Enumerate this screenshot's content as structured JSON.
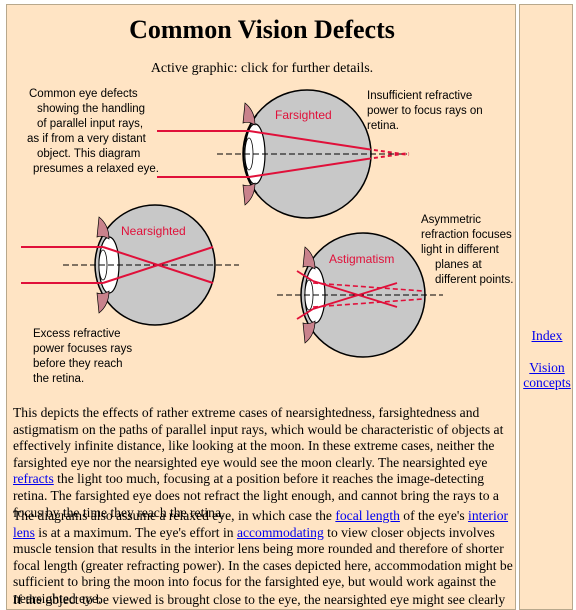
{
  "page": {
    "title": "Common Vision Defects",
    "subtitle": "Active graphic: click for further details."
  },
  "diagram": {
    "intro_lines": [
      "Common eye defects",
      "showing the handling",
      "of parallel input rays,",
      "as if from a very distant",
      "object. This diagram",
      "presumes a relaxed eye."
    ],
    "farsighted": {
      "label": "Farsighted",
      "note_lines": [
        "Insufficient refractive",
        "power to focus rays on",
        "retina."
      ]
    },
    "nearsighted": {
      "label": "Nearsighted",
      "note_lines": [
        "Excess refractive",
        "power focuses rays",
        "before they reach",
        "the retina."
      ]
    },
    "astigmatism": {
      "label": "Astigmatism",
      "note_lines": [
        "Asymmetric",
        "refraction focuses",
        "light in different",
        "planes at",
        "different points."
      ]
    },
    "colors": {
      "ray": "#e0103a",
      "eye_fill": "#c8c8c8",
      "lens": "#ffffff",
      "muscle": "#c9828c",
      "background": "#ffe4c4"
    }
  },
  "sidebar": {
    "index": "Index",
    "vision_concepts_line1": "Vision",
    "vision_concepts_line2": "concepts"
  },
  "body": {
    "p1": "This depicts the effects of rather extreme cases of nearsightedness, farsightedness and astigmatism on the paths of parallel input rays, which would be characteristic of objects at effectively infinite distance, like looking at the moon. In these extreme cases, neither the farsighted eye nor the nearsighted eye would see the moon clearly. The nearsighted eye ",
    "p1_link": "refracts",
    "p1_end": " the light too much, focusing at a position before it reaches the image-detecting retina. The farsighted eye does not refract the light enough, and cannot bring the rays to a focus by the time they reach the retina.",
    "p2_a": "The diagrams also assume a relaxed eye, in which case the ",
    "p2_link1": "focal length",
    "p2_b": " of the eye's ",
    "p2_link2": "interior lens",
    "p2_c": " is at a maximum. The eye's effort in ",
    "p2_link3": "accommodating",
    "p2_d": " to view closer objects involves muscle tension that results in the interior lens being more rounded and therefore of shorter focal length (greater refracting power). In the cases depicted here, accommodation might be sufficient to bring the moon into focus for the farsighted eye, but would work against the nearsighted eye.",
    "p3": "If the object to be viewed is brought close to the eye, the nearsighted eye might see clearly"
  }
}
